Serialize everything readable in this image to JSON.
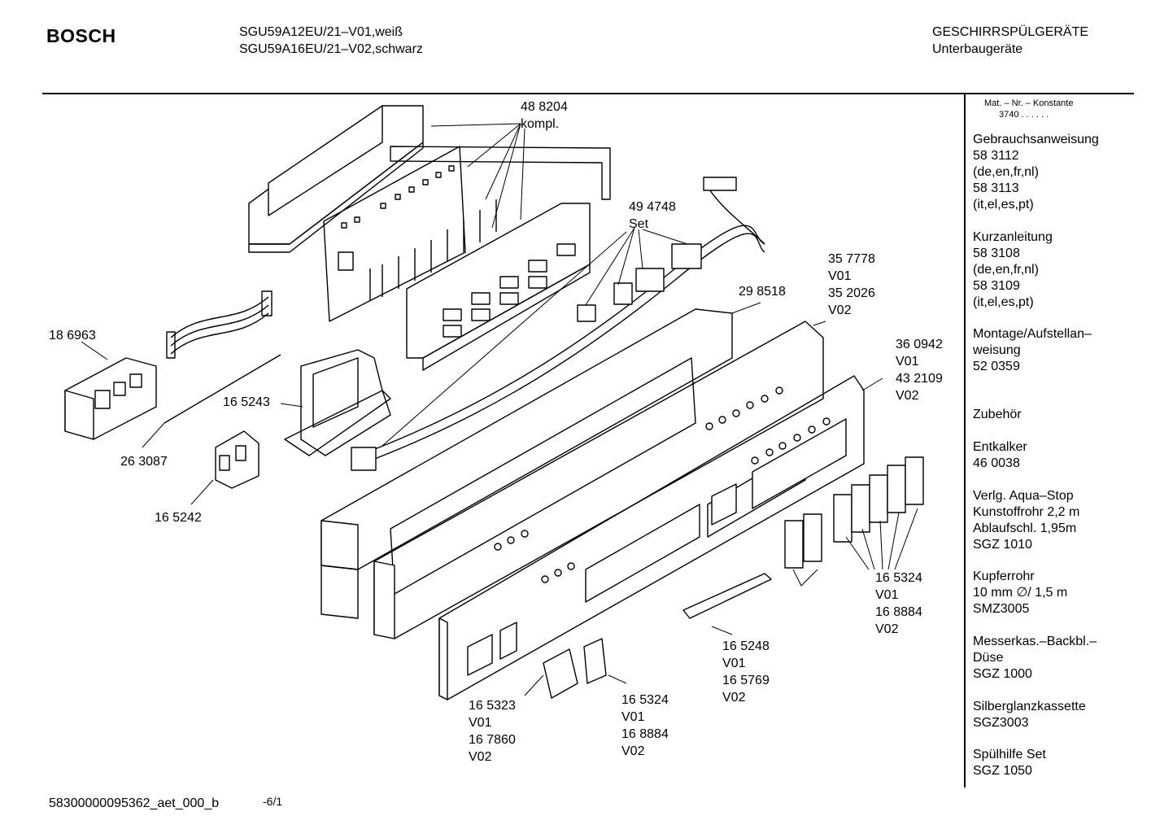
{
  "header": {
    "brand": "BOSCH",
    "models": [
      "SGU59A12EU/21–V01,weiß",
      "SGU59A16EU/21–V02,schwarz"
    ],
    "category": "GESCHIRRSPÜLGERÄTE",
    "subcategory": "Unterbaugeräte"
  },
  "callouts": [
    {
      "id": "c1",
      "lines": [
        "48 8204",
        "kompl."
      ]
    },
    {
      "id": "c2",
      "lines": [
        "49 4748",
        "Set"
      ]
    },
    {
      "id": "c3",
      "lines": [
        "18 6963"
      ]
    },
    {
      "id": "c4",
      "lines": [
        "29 8518"
      ]
    },
    {
      "id": "c5",
      "lines": [
        "35 7778",
        "V01",
        "35 2026",
        "V02"
      ]
    },
    {
      "id": "c6",
      "lines": [
        "36 0942",
        "V01",
        "43 2109",
        "V02"
      ]
    },
    {
      "id": "c7",
      "lines": [
        "16 5243"
      ]
    },
    {
      "id": "c8",
      "lines": [
        "26 3087"
      ]
    },
    {
      "id": "c9",
      "lines": [
        "16 5242"
      ]
    },
    {
      "id": "c10",
      "lines": [
        "16 5324",
        "V01",
        "16 8884",
        "V02"
      ]
    },
    {
      "id": "c11",
      "lines": [
        "16 5248",
        "V01",
        "16 5769",
        "V02"
      ]
    },
    {
      "id": "c12",
      "lines": [
        "16 5323",
        "V01",
        "16 7860",
        "V02"
      ]
    },
    {
      "id": "c13",
      "lines": [
        "16 5324",
        "V01",
        "16 8884",
        "V02"
      ]
    }
  ],
  "sidebar": {
    "konstante_label": "Mat. – Nr. – Konstante",
    "konstante_value": "3740  .  .    .  .  .  .",
    "groups": [
      {
        "id": "g1",
        "lines": [
          "Gebrauchsanweisung",
          "58 3112",
          "(de,en,fr,nl)",
          "58 3113",
          "(it,el,es,pt)"
        ]
      },
      {
        "id": "g2",
        "lines": [
          "Kurzanleitung",
          "58 3108",
          "(de,en,fr,nl)",
          "58 3109",
          "(it,el,es,pt)"
        ]
      },
      {
        "id": "g3",
        "lines": [
          "Montage/Aufstellan–",
          "weisung",
          "52 0359"
        ]
      },
      {
        "id": "g4",
        "lines": [
          "Zubehör"
        ]
      },
      {
        "id": "g5",
        "lines": [
          "Entkalker",
          "46 0038"
        ]
      },
      {
        "id": "g6",
        "lines": [
          "Verlg. Aqua–Stop",
          "Kunstoffrohr 2,2 m",
          "Ablaufschl. 1,95m",
          "SGZ 1010"
        ]
      },
      {
        "id": "g7",
        "lines": [
          "Kupferrohr",
          "10 mm ∅/ 1,5 m",
          "SMZ3005"
        ]
      },
      {
        "id": "g8",
        "lines": [
          "Messerkas.–Backbl.–",
          "Düse",
          "SGZ 1000"
        ]
      },
      {
        "id": "g9",
        "lines": [
          "Silberglanzkassette",
          "SGZ3003"
        ]
      },
      {
        "id": "g10",
        "lines": [
          "Spülhilfe Set",
          "SGZ 1050"
        ]
      }
    ]
  },
  "footer": {
    "doc_id": "58300000095362_aet_000_b",
    "page": "-6/1"
  }
}
